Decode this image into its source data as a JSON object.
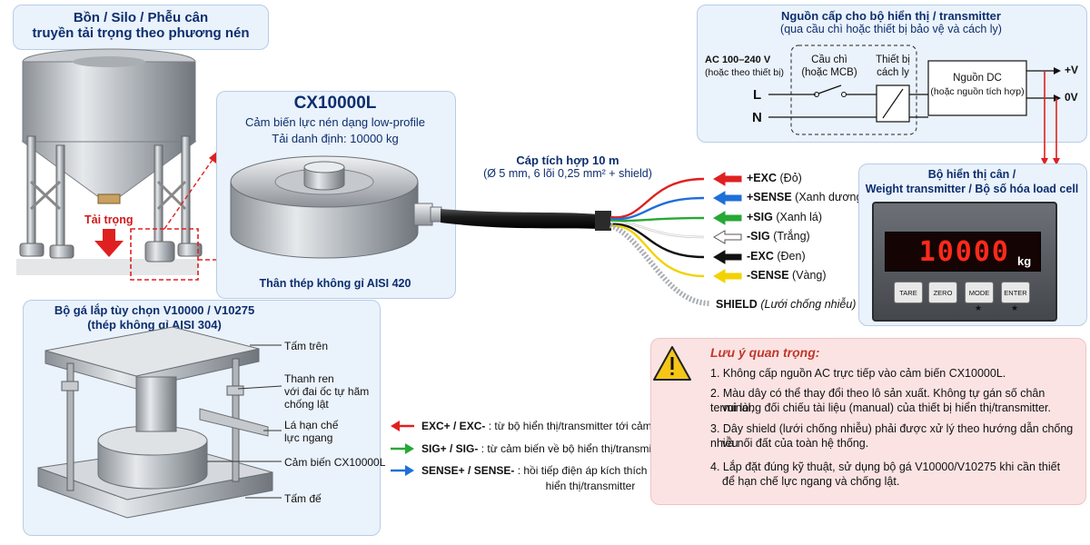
{
  "silo": {
    "title_line1": "Bồn / Silo / Phễu cân",
    "title_line2": "truyền tải trọng theo phương nén",
    "load_label": "Tải trọng"
  },
  "sensor": {
    "model": "CX10000L",
    "subtitle": "Cảm biến lực nén dạng low-profile",
    "rated_load": "Tải danh định: 10000 kg",
    "body_material": "Thân thép không gỉ AISI 420"
  },
  "cable": {
    "title": "Cáp tích hợp 10 m",
    "spec": "(Ø 5 mm, 6 lõi 0,25 mm² + shield)"
  },
  "wires": [
    {
      "signal": "+EXC",
      "color_name": "(Đỏ)",
      "color": "#e02020"
    },
    {
      "signal": "+SENSE",
      "color_name": "(Xanh dương)",
      "color": "#1f6fd8"
    },
    {
      "signal": "+SIG",
      "color_name": "(Xanh lá)",
      "color": "#27a836"
    },
    {
      "signal": "-SIG",
      "color_name": "(Trắng)",
      "color": "#ffffff"
    },
    {
      "signal": "-EXC",
      "color_name": "(Đen)",
      "color": "#111111"
    },
    {
      "signal": "-SENSE",
      "color_name": "(Vàng)",
      "color": "#f2d200"
    }
  ],
  "shield": {
    "signal": "SHIELD",
    "desc": "(Lưới chống nhiễu)"
  },
  "power": {
    "title_line1": "Nguồn cấp cho bộ hiển thị / transmitter",
    "title_line2": "(qua cầu chì hoặc thiết bị bảo vệ và cách ly)",
    "ac_line1": "AC 100–240 V",
    "ac_line2": "(hoặc theo thiết bị)",
    "L": "L",
    "N": "N",
    "fuse_line1": "Cầu chì",
    "fuse_line2": "(hoặc MCB)",
    "iso_line1": "Thiết bị",
    "iso_line2": "cách ly",
    "dc_line1": "Nguồn DC",
    "dc_line2": "(hoặc nguồn tích hợp)",
    "plus_v": "+V",
    "zero_v": "0V"
  },
  "indicator": {
    "title_line1": "Bộ hiển thị cân /",
    "title_line2": "Weight transmitter / Bộ số hóa load cell",
    "display_value": "10000",
    "unit": "kg",
    "keys": [
      "TARE",
      "ZERO",
      "MODE",
      "ENTER"
    ]
  },
  "mount": {
    "title_line1": "Bộ gá lắp tùy chọn V10000 / V10275",
    "title_line2": "(thép không gỉ AISI 304)",
    "callouts": {
      "top_plate": "Tấm trên",
      "rod_line1": "Thanh ren",
      "rod_line2": "với đai ốc tự hãm",
      "rod_line3": "chống lật",
      "limit_line1": "Lá hạn chế",
      "limit_line2": "lực ngang",
      "sensor": "Cảm biến CX10000L",
      "base_plate": "Tấm đế"
    }
  },
  "legend": [
    {
      "label": "EXC+ / EXC-",
      "desc": ": từ bộ hiển thị/transmitter tới cảm biến",
      "color": "#e02020"
    },
    {
      "label": "SIG+ / SIG-",
      "desc": ": từ cảm biến về bộ hiển thị/transmitter",
      "color": "#27a836"
    },
    {
      "label": "SENSE+ / SENSE-",
      "desc_line1": ": hồi tiếp điện áp kích thích về bộ",
      "desc_line2": "hiển thị/transmitter",
      "color": "#1f6fd8"
    }
  ],
  "notes": {
    "title": "Lưu ý quan trọng:",
    "items": [
      "1. Không cấp nguồn AC trực tiếp vào cảm biến CX10000L.",
      "2. Màu dây có thể thay đổi theo lô sản xuất. Không tự gán số chân terminal,",
      "vui lòng đối chiếu tài liệu (manual) của thiết bị hiển thị/transmitter.",
      "3. Dây shield (lưới chống nhiễu) phải được xử lý theo hướng dẫn chống nhiễu",
      "và nối đất của toàn hệ thống.",
      "4. Lắp đặt đúng kỹ thuật, sử dụng bộ gá V10000/V10275 khi cần thiết",
      "để hạn chế lực ngang và chống lật."
    ]
  },
  "colors": {
    "panel_bg": "#eaf2fb",
    "panel_border": "#b8cde6",
    "title_blue": "#0d2e6e",
    "note_bg": "#fbe3e3",
    "note_title": "#c0392b",
    "display_red": "#ff2a1a"
  }
}
